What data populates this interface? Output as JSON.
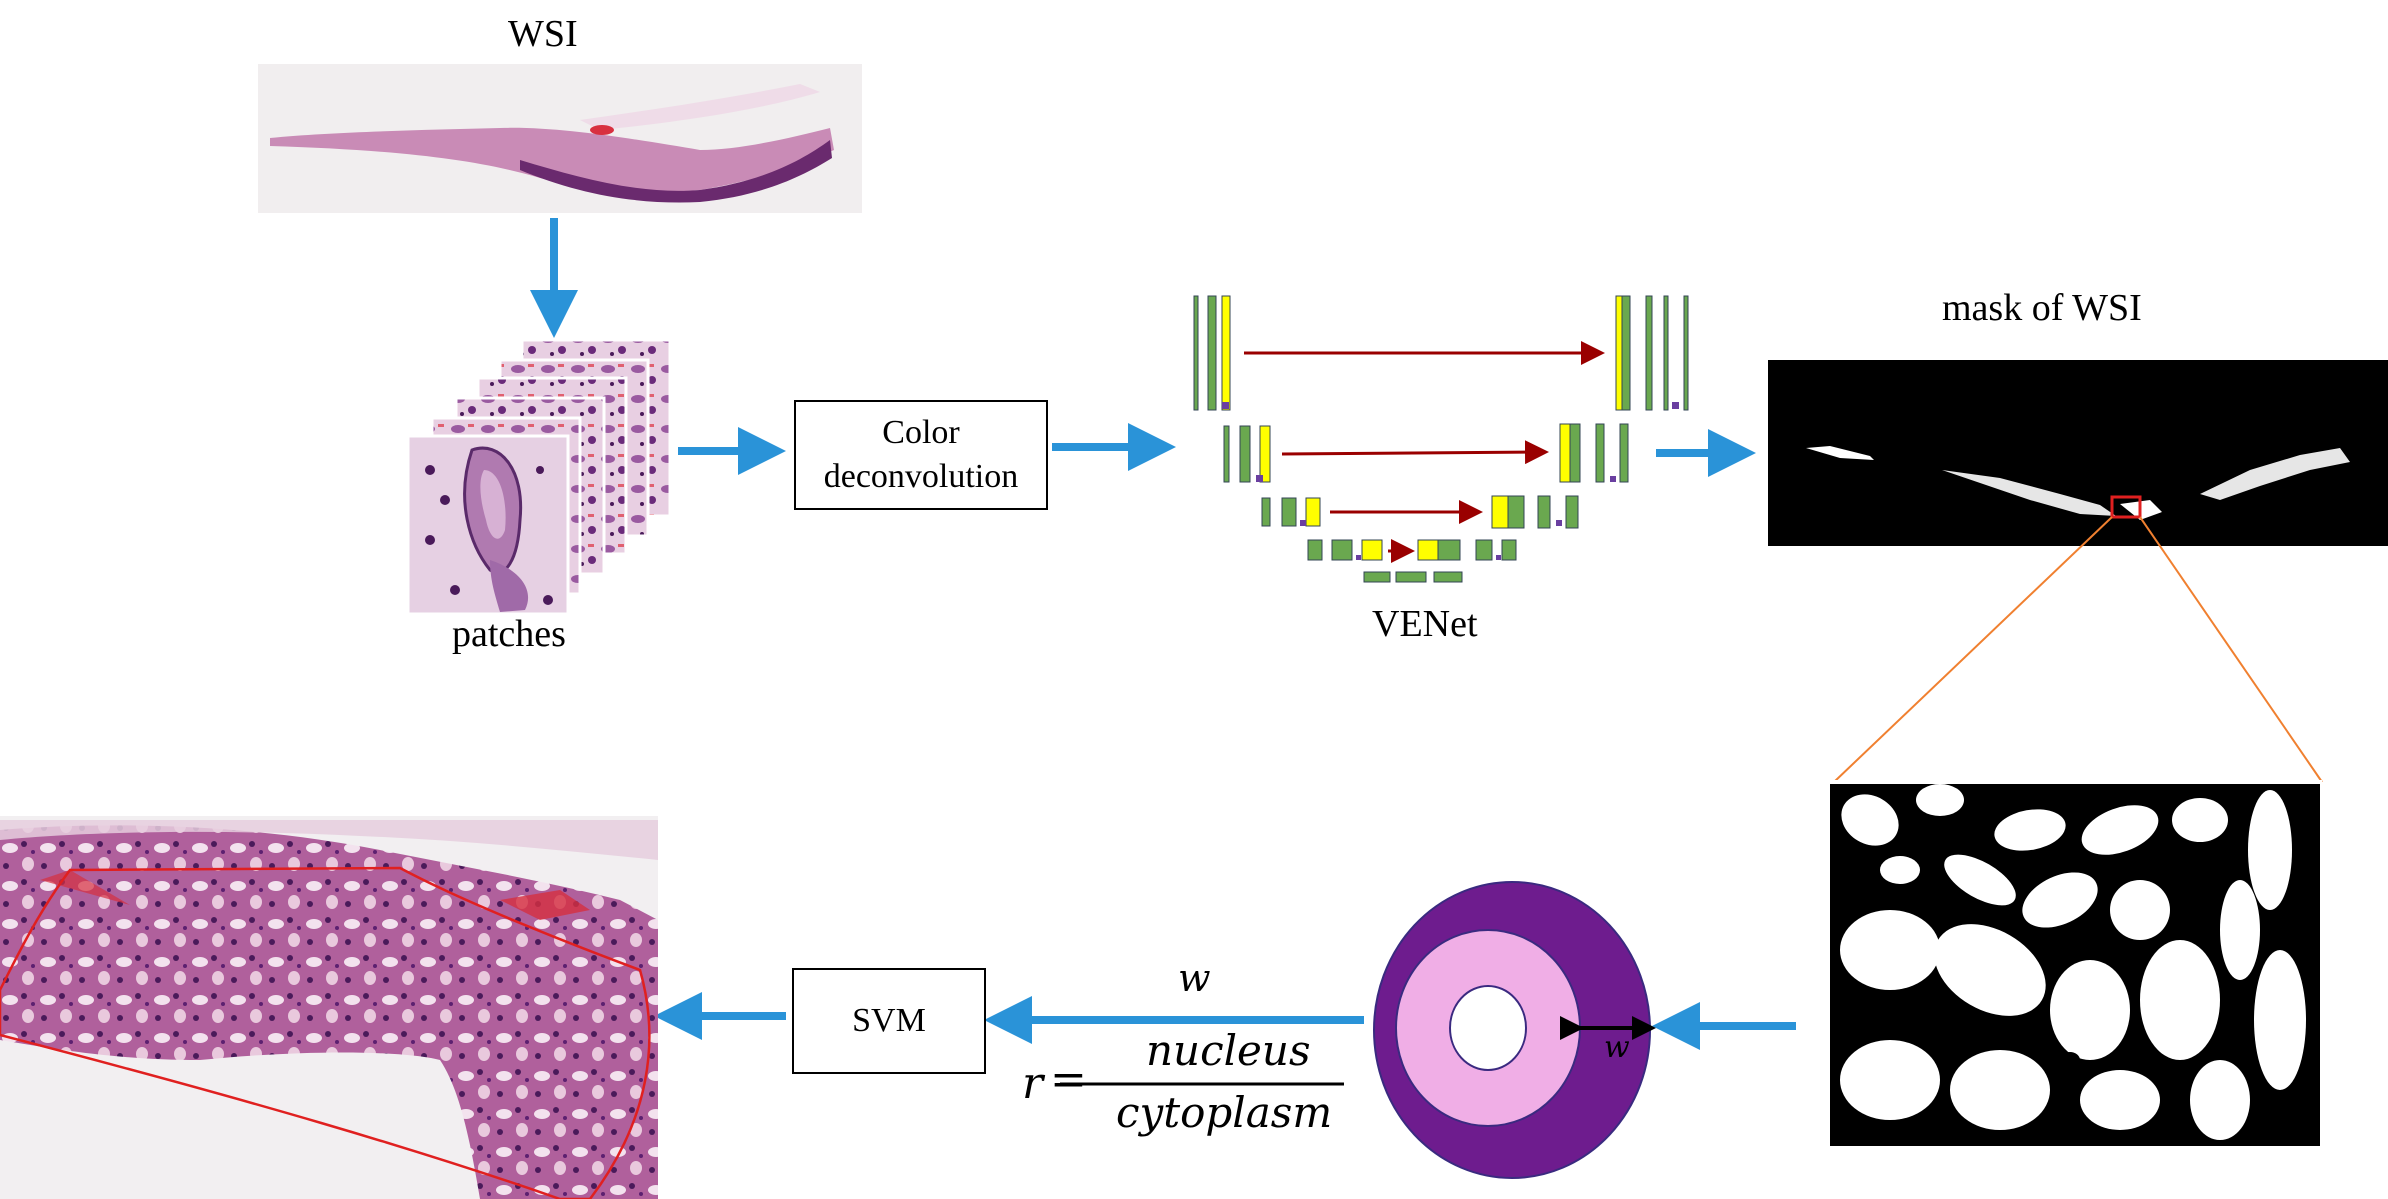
{
  "labels": {
    "wsi": "WSI",
    "patches": "patches",
    "color_deconv_line1": "Color",
    "color_deconv_line2": "deconvolution",
    "venet": "VENet",
    "mask": "mask of WSI",
    "svm": "SVM",
    "formula_w": "w",
    "formula_r": "r",
    "formula_eq": "=",
    "formula_num": "nucleus",
    "formula_den": "cytoplasm",
    "ring_w": "w"
  },
  "colors": {
    "arrow_blue": "#2a93d8",
    "skip_red": "#9a0000",
    "block_green": "#6aa84f",
    "block_yellow": "#ffff00",
    "pool_purple": "#6a3fa0",
    "ring_outer": "#6e1c8e",
    "ring_inner": "#f0aee6",
    "tissue": "#9a4a8a",
    "outline_red": "#e02020",
    "zoom_orange": "#f08030"
  }
}
